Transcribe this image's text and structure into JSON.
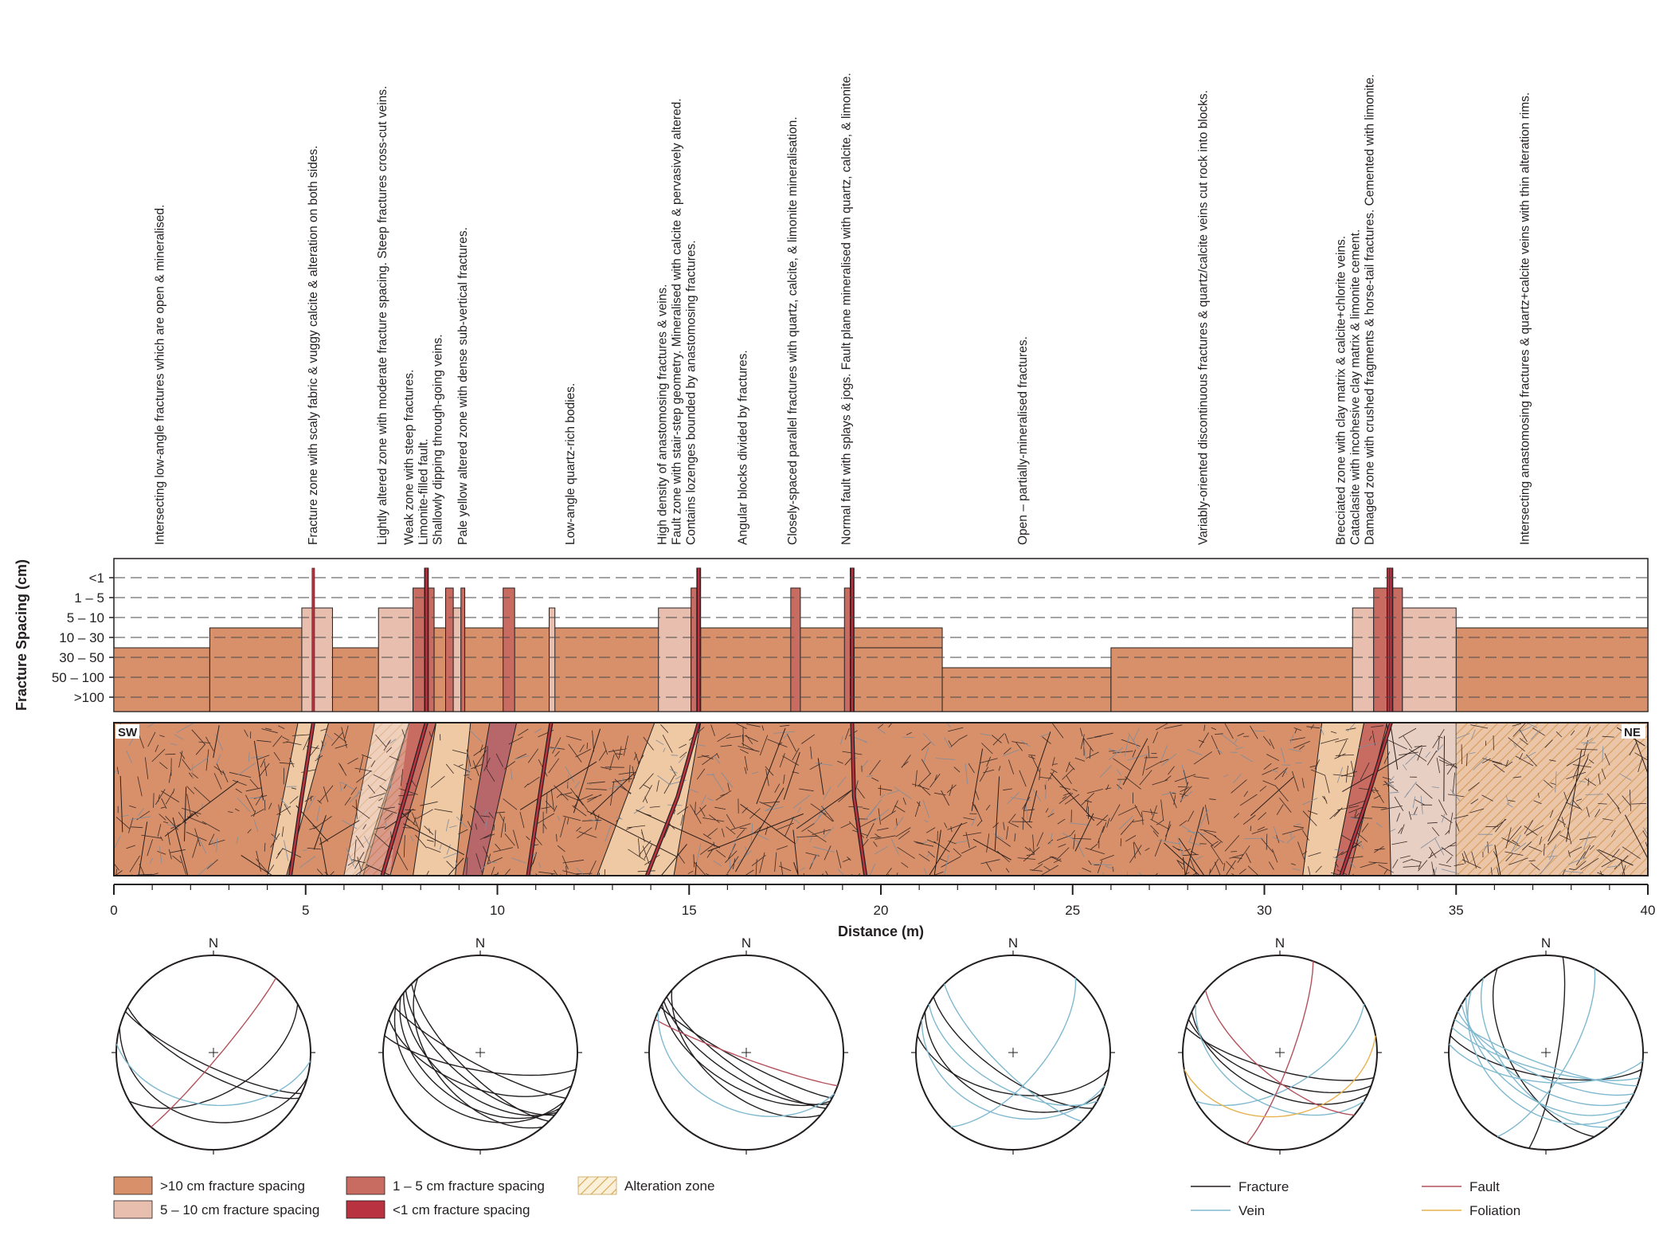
{
  "annotations": [
    {
      "d": 1.3,
      "lines": [
        "Intersecting low-angle fractures which are open & mineralised."
      ]
    },
    {
      "d": 5.3,
      "lines": [
        "Fracture zone with scaly fabric & vuggy calcite & alteration on both sides."
      ]
    },
    {
      "d": 7.1,
      "lines": [
        "Lightly altered zone with moderate fracture spacing. Steep fractures cross-cut veins."
      ]
    },
    {
      "d": 7.8,
      "lines": [
        "Weak zone with steep fractures.",
        "Limonite-filled fault.",
        "Shallowly dipping through-going veins."
      ]
    },
    {
      "d": 9.2,
      "lines": [
        "Pale yellow altered zone with dense sub-vertical fractures."
      ]
    },
    {
      "d": 12.0,
      "lines": [
        "Low-angle quartz-rich bodies."
      ]
    },
    {
      "d": 14.4,
      "lines": [
        "High density of anastomosing fractures & veins.",
        "Fault zone with stair-step geometry. Mineralised with calcite & pervasively altered.",
        "Contains lozenges bounded by anastomosing fractures."
      ]
    },
    {
      "d": 16.5,
      "lines": [
        "Angular blocks divided by fractures."
      ]
    },
    {
      "d": 17.8,
      "lines": [
        "Closely-spaced parallel fractures with quartz, calcite, & limonite mineralisation."
      ]
    },
    {
      "d": 19.2,
      "lines": [
        "Normal fault with splays & jogs. Fault plane mineralised with quartz, calcite, & limonite."
      ]
    },
    {
      "d": 23.8,
      "lines": [
        "Open – partially-mineralised fractures."
      ]
    },
    {
      "d": 28.5,
      "lines": [
        "Variably-oriented discontinuous fractures & quartz/calcite veins cut rock into blocks."
      ]
    },
    {
      "d": 32.1,
      "lines": [
        "Brecciated zone with clay matrix & calcite+chlorite veins.",
        "Cataclasite with incohesive clay matrix & limonite cement.",
        "Damaged zone with crushed fragments & horse-tail fractures. Cemented with limonite."
      ]
    },
    {
      "d": 36.9,
      "lines": [
        "Intersecting anastomosing fractures & quartz+calcite veins with thin alteration rims."
      ]
    }
  ],
  "chart_data": {
    "type": "bar",
    "title": "",
    "ylabel": "Fracture Spacing (cm)",
    "xlabel": "Distance (m)",
    "y_categories": [
      "<1",
      "1 – 5",
      "5 – 10",
      "10 – 30",
      "30 – 50",
      "50 – 100",
      ">100"
    ],
    "xlim": [
      0,
      40
    ],
    "x_ticks": [
      0,
      5,
      10,
      15,
      20,
      25,
      30,
      35,
      40
    ],
    "base_profile": [
      {
        "from": 0,
        "to": 2.5,
        "level": 4
      },
      {
        "from": 2.5,
        "to": 5.0,
        "level": 3
      },
      {
        "from": 5.7,
        "to": 6.9,
        "level": 4
      },
      {
        "from": 8.6,
        "to": 15.3,
        "level": 3
      },
      {
        "from": 15.3,
        "to": 21.6,
        "level": 3
      },
      {
        "from": 19.3,
        "to": 21.6,
        "level": 4
      },
      {
        "from": 21.6,
        "to": 26.0,
        "level": 5
      },
      {
        "from": 26.0,
        "to": 32.3,
        "level": 4
      },
      {
        "from": 35.0,
        "to": 40.0,
        "level": 3
      }
    ],
    "zones": [
      {
        "from": 4.9,
        "to": 5.7,
        "level": 2,
        "cls": "s510"
      },
      {
        "from": 6.9,
        "to": 7.8,
        "level": 2,
        "cls": "s510"
      },
      {
        "from": 7.8,
        "to": 8.1,
        "level": 1,
        "cls": "s15"
      },
      {
        "from": 8.1,
        "to": 8.2,
        "level": 0,
        "cls": "s1"
      },
      {
        "from": 8.2,
        "to": 8.35,
        "level": 1,
        "cls": "s15"
      },
      {
        "from": 8.35,
        "to": 8.65,
        "level": 3,
        "cls": "s10"
      },
      {
        "from": 8.65,
        "to": 8.85,
        "level": 1,
        "cls": "s15"
      },
      {
        "from": 8.85,
        "to": 9.05,
        "level": 2,
        "cls": "s510"
      },
      {
        "from": 9.05,
        "to": 9.15,
        "level": 1,
        "cls": "s15"
      },
      {
        "from": 10.15,
        "to": 10.45,
        "level": 1,
        "cls": "s15"
      },
      {
        "from": 11.35,
        "to": 11.5,
        "level": 2,
        "cls": "s510"
      },
      {
        "from": 14.2,
        "to": 15.05,
        "level": 2,
        "cls": "s510"
      },
      {
        "from": 15.05,
        "to": 15.2,
        "level": 1,
        "cls": "s15"
      },
      {
        "from": 15.2,
        "to": 15.3,
        "level": 0,
        "cls": "s1"
      },
      {
        "from": 17.65,
        "to": 17.9,
        "level": 1,
        "cls": "s15"
      },
      {
        "from": 19.05,
        "to": 19.2,
        "level": 1,
        "cls": "s15"
      },
      {
        "from": 19.2,
        "to": 19.3,
        "level": 0,
        "cls": "s1"
      },
      {
        "from": 32.3,
        "to": 32.85,
        "level": 2,
        "cls": "s510"
      },
      {
        "from": 32.85,
        "to": 33.2,
        "level": 1,
        "cls": "s15"
      },
      {
        "from": 33.2,
        "to": 33.35,
        "level": 0,
        "cls": "s1"
      },
      {
        "from": 33.35,
        "to": 33.6,
        "level": 1,
        "cls": "s15"
      },
      {
        "from": 33.6,
        "to": 35.0,
        "level": 2,
        "cls": "s510"
      }
    ],
    "spikes": [
      5.2,
      8.15,
      15.25,
      19.25,
      33.3
    ],
    "stereonets": [
      {
        "planes": [
          {
            "type": "fracture",
            "strike": 115,
            "dip": 78
          },
          {
            "type": "fracture",
            "strike": 118,
            "dip": 72
          },
          {
            "type": "fracture",
            "strike": 105,
            "dip": 30
          },
          {
            "type": "fracture",
            "strike": 60,
            "dip": 55
          },
          {
            "type": "vein",
            "strike": 95,
            "dip": 45
          },
          {
            "type": "fault",
            "strike": 40,
            "dip": 85
          }
        ]
      },
      {
        "planes": [
          {
            "type": "fracture",
            "strike": 120,
            "dip": 35
          },
          {
            "type": "fracture",
            "strike": 125,
            "dip": 45
          },
          {
            "type": "fracture",
            "strike": 128,
            "dip": 55
          },
          {
            "type": "fracture",
            "strike": 130,
            "dip": 65
          },
          {
            "type": "fracture",
            "strike": 135,
            "dip": 72
          },
          {
            "type": "fracture",
            "strike": 118,
            "dip": 80
          },
          {
            "type": "fracture",
            "strike": 140,
            "dip": 50
          },
          {
            "type": "fracture",
            "strike": 110,
            "dip": 60
          },
          {
            "type": "fracture",
            "strike": 100,
            "dip": 75
          }
        ]
      },
      {
        "planes": [
          {
            "type": "fracture",
            "strike": 120,
            "dip": 60
          },
          {
            "type": "fracture",
            "strike": 122,
            "dip": 68
          },
          {
            "type": "fracture",
            "strike": 125,
            "dip": 75
          },
          {
            "type": "fracture",
            "strike": 118,
            "dip": 82
          },
          {
            "type": "fracture",
            "strike": 130,
            "dip": 55
          },
          {
            "type": "fault",
            "strike": 110,
            "dip": 85
          },
          {
            "type": "vein",
            "strike": 115,
            "dip": 40
          }
        ]
      },
      {
        "planes": [
          {
            "type": "fracture",
            "strike": 100,
            "dip": 55
          },
          {
            "type": "fracture",
            "strike": 115,
            "dip": 45
          },
          {
            "type": "fracture",
            "strike": 125,
            "dip": 70
          },
          {
            "type": "vein",
            "strike": 120,
            "dip": 60
          },
          {
            "type": "vein",
            "strike": 135,
            "dip": 75
          },
          {
            "type": "vein",
            "strike": 40,
            "dip": 65
          },
          {
            "type": "vein",
            "strike": 110,
            "dip": 35
          }
        ]
      },
      {
        "planes": [
          {
            "type": "fracture",
            "strike": 105,
            "dip": 75
          },
          {
            "type": "fracture",
            "strike": 110,
            "dip": 65
          },
          {
            "type": "fracture",
            "strike": 115,
            "dip": 55
          },
          {
            "type": "vein",
            "strike": 120,
            "dip": 45
          },
          {
            "type": "vein",
            "strike": 60,
            "dip": 60
          },
          {
            "type": "fault",
            "strike": 130,
            "dip": 70
          },
          {
            "type": "fault",
            "strike": 20,
            "dip": 80
          },
          {
            "type": "foliation",
            "strike": 80,
            "dip": 35
          }
        ]
      },
      {
        "planes": [
          {
            "type": "fracture",
            "strike": 10,
            "dip": 80
          },
          {
            "type": "fracture",
            "strike": 150,
            "dip": 60
          },
          {
            "type": "fracture",
            "strike": 100,
            "dip": 70
          },
          {
            "type": "vein",
            "strike": 110,
            "dip": 80
          },
          {
            "type": "vein",
            "strike": 115,
            "dip": 70
          },
          {
            "type": "vein",
            "strike": 120,
            "dip": 60
          },
          {
            "type": "vein",
            "strike": 125,
            "dip": 50
          },
          {
            "type": "vein",
            "strike": 105,
            "dip": 75
          },
          {
            "type": "vein",
            "strike": 95,
            "dip": 65
          },
          {
            "type": "vein",
            "strike": 130,
            "dip": 40
          },
          {
            "type": "vein",
            "strike": 140,
            "dip": 55
          },
          {
            "type": "vein",
            "strike": 30,
            "dip": 70
          }
        ]
      }
    ]
  },
  "section": {
    "left_label": "SW",
    "right_label": "NE"
  },
  "north_label": "N",
  "legend": {
    "spacing_10": ">10 cm fracture spacing",
    "spacing_5_10": "5 – 10 cm fracture spacing",
    "spacing_1_5": "1 – 5 cm fracture spacing",
    "spacing_lt1": "<1 cm fracture spacing",
    "alteration": "Alteration zone",
    "fracture": "Fracture",
    "vein": "Vein",
    "fault": "Fault",
    "foliation": "Foliation"
  },
  "colors": {
    "spacing_10": "#d7906a",
    "spacing_5_10": "#e8bfae",
    "spacing_1_5": "#c86b60",
    "spacing_lt1": "#b8323f",
    "fracture": "#231f20",
    "vein": "#7fb9cf",
    "fault": "#b4515d",
    "foliation": "#e6b24f",
    "alteration": "#e0b77a",
    "altered_pale": "#efc9a3",
    "breccia": "#e8cfc3"
  }
}
